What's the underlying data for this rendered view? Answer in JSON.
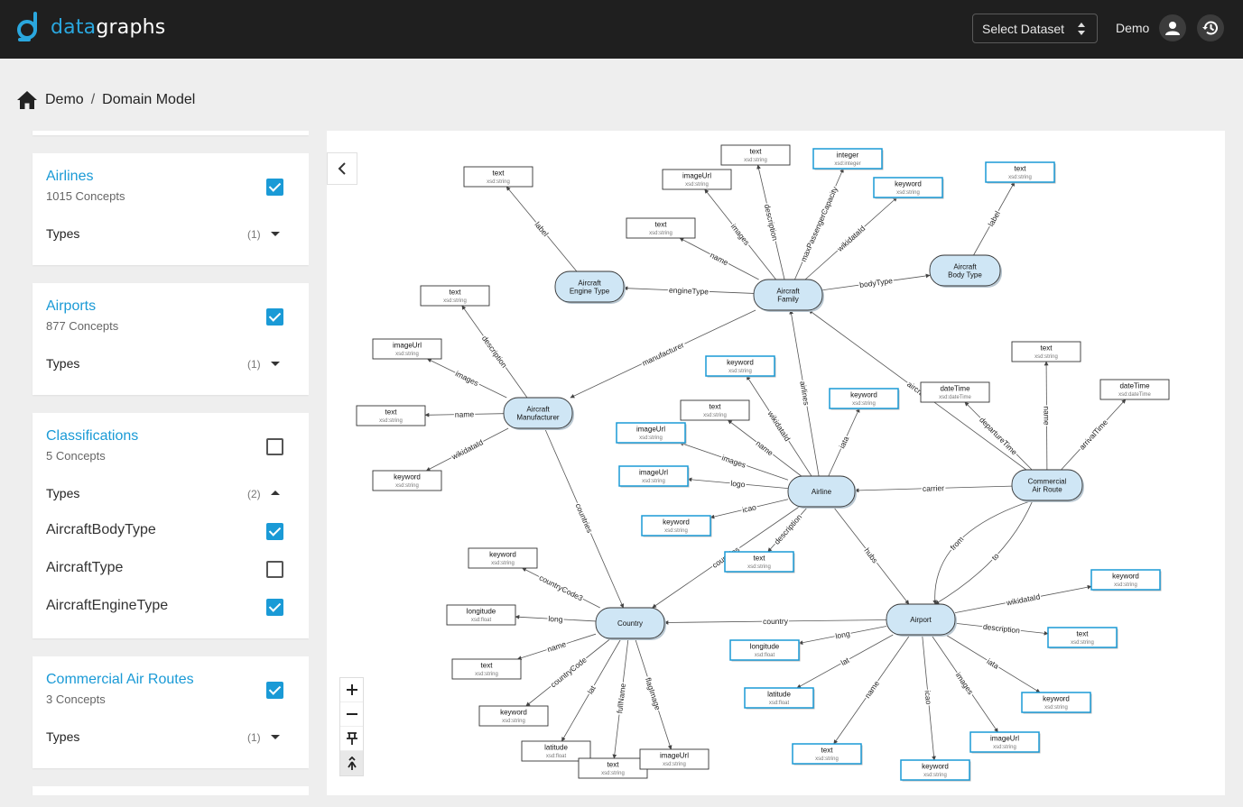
{
  "app": {
    "logo_part1": "data",
    "logo_part2": "graphs"
  },
  "header": {
    "select_dataset": "Select Dataset",
    "user": "Demo"
  },
  "breadcrumb": {
    "home": "Demo",
    "separator": "/",
    "current": "Domain Model"
  },
  "sidebar": {
    "cards": [
      {
        "title": "Airlines",
        "count": "1015 Concepts",
        "checked": true,
        "types_label": "Types",
        "types_count": "(1)",
        "expanded": false
      },
      {
        "title": "Airports",
        "count": "877 Concepts",
        "checked": true,
        "types_label": "Types",
        "types_count": "(1)",
        "expanded": false
      },
      {
        "title": "Classifications",
        "count": "5 Concepts",
        "checked": false,
        "types_label": "Types",
        "types_count": "(2)",
        "expanded": true,
        "type_items": [
          {
            "label": "AircraftBodyType",
            "checked": true
          },
          {
            "label": "AircraftType",
            "checked": false
          },
          {
            "label": "AircraftEngineType",
            "checked": true
          }
        ]
      },
      {
        "title": "Commercial Air Routes",
        "count": "3 Concepts",
        "checked": true,
        "types_label": "Types",
        "types_count": "(1)",
        "expanded": false
      }
    ]
  },
  "graph": {
    "concepts": [
      {
        "id": "family",
        "lines": [
          "Aircraft",
          "Family"
        ]
      },
      {
        "id": "engine",
        "lines": [
          "Aircraft",
          "Engine Type"
        ]
      },
      {
        "id": "body",
        "lines": [
          "Aircraft",
          "Body Type"
        ]
      },
      {
        "id": "manuf",
        "lines": [
          "Aircraft",
          "Manufacturer"
        ]
      },
      {
        "id": "airline",
        "lines": [
          "Airline"
        ]
      },
      {
        "id": "route",
        "lines": [
          "Commercial",
          "Air Route"
        ]
      },
      {
        "id": "country",
        "lines": [
          "Country"
        ]
      },
      {
        "id": "airport",
        "lines": [
          "Airport"
        ]
      }
    ],
    "literals": [
      {
        "id": "l1",
        "type": "text",
        "sub": "xsd:string",
        "highlight": false
      },
      {
        "id": "l2",
        "type": "text",
        "sub": "xsd:string",
        "highlight": false
      },
      {
        "id": "l3",
        "type": "integer",
        "sub": "xsd:integer",
        "highlight": true
      },
      {
        "id": "l4",
        "type": "imageUrl",
        "sub": "xsd:string",
        "highlight": false
      },
      {
        "id": "l5",
        "type": "keyword",
        "sub": "xsd:string",
        "highlight": true
      },
      {
        "id": "l6",
        "type": "text",
        "sub": "xsd:string",
        "highlight": true
      },
      {
        "id": "l7",
        "type": "text",
        "sub": "xsd:string",
        "highlight": false
      },
      {
        "id": "l8",
        "type": "text",
        "sub": "xsd:string",
        "highlight": false
      },
      {
        "id": "l9",
        "type": "imageUrl",
        "sub": "xsd:string",
        "highlight": false
      },
      {
        "id": "l10",
        "type": "text",
        "sub": "xsd:string",
        "highlight": false
      },
      {
        "id": "l11",
        "type": "keyword",
        "sub": "xsd:string",
        "highlight": false
      },
      {
        "id": "l12",
        "type": "keyword",
        "sub": "xsd:string",
        "highlight": true
      },
      {
        "id": "l13",
        "type": "text",
        "sub": "xsd:string",
        "highlight": false
      },
      {
        "id": "l14",
        "type": "keyword",
        "sub": "xsd:string",
        "highlight": true
      },
      {
        "id": "l15",
        "type": "dateTime",
        "sub": "xsd:dateTime",
        "highlight": false
      },
      {
        "id": "l16",
        "type": "text",
        "sub": "xsd:string",
        "highlight": false
      },
      {
        "id": "l17",
        "type": "dateTime",
        "sub": "xsd:dateTime",
        "highlight": false
      },
      {
        "id": "l18",
        "type": "imageUrl",
        "sub": "xsd:string",
        "highlight": true
      },
      {
        "id": "l19",
        "type": "imageUrl",
        "sub": "xsd:string",
        "highlight": true
      },
      {
        "id": "l20",
        "type": "keyword",
        "sub": "xsd:string",
        "highlight": true
      },
      {
        "id": "l21",
        "type": "text",
        "sub": "xsd:string",
        "highlight": true
      },
      {
        "id": "l22",
        "type": "keyword",
        "sub": "xsd:string",
        "highlight": false
      },
      {
        "id": "l23",
        "type": "longitude",
        "sub": "xsd:float",
        "highlight": false
      },
      {
        "id": "l24",
        "type": "text",
        "sub": "xsd:string",
        "highlight": false
      },
      {
        "id": "l25",
        "type": "keyword",
        "sub": "xsd:string",
        "highlight": false
      },
      {
        "id": "l26",
        "type": "latitude",
        "sub": "xsd:float",
        "highlight": false
      },
      {
        "id": "l27",
        "type": "text",
        "sub": "xsd:string",
        "highlight": false
      },
      {
        "id": "l28",
        "type": "imageUrl",
        "sub": "xsd:string",
        "highlight": false
      },
      {
        "id": "l29",
        "type": "keyword",
        "sub": "xsd:string",
        "highlight": true
      },
      {
        "id": "l30",
        "type": "longitude",
        "sub": "xsd:float",
        "highlight": true
      },
      {
        "id": "l31",
        "type": "text",
        "sub": "xsd:string",
        "highlight": true
      },
      {
        "id": "l32",
        "type": "latitude",
        "sub": "xsd:float",
        "highlight": true
      },
      {
        "id": "l33",
        "type": "keyword",
        "sub": "xsd:string",
        "highlight": true
      },
      {
        "id": "l34",
        "type": "text",
        "sub": "xsd:string",
        "highlight": true
      },
      {
        "id": "l35",
        "type": "imageUrl",
        "sub": "xsd:string",
        "highlight": true
      },
      {
        "id": "l36",
        "type": "keyword",
        "sub": "xsd:string",
        "highlight": true
      }
    ],
    "edges": [
      {
        "from": "engine",
        "to": "l1",
        "label": "label"
      },
      {
        "from": "family",
        "to": "engine",
        "label": "engineType"
      },
      {
        "from": "family",
        "to": "l2",
        "label": "description"
      },
      {
        "from": "family",
        "to": "l3",
        "label": "maxPassengerCapacity"
      },
      {
        "from": "family",
        "to": "l4",
        "label": "images"
      },
      {
        "from": "family",
        "to": "l5",
        "label": "wikidataId"
      },
      {
        "from": "body",
        "to": "l6",
        "label": "label"
      },
      {
        "from": "family",
        "to": "l7",
        "label": "name"
      },
      {
        "from": "family",
        "to": "body",
        "label": "bodyType"
      },
      {
        "from": "manuf",
        "to": "l8",
        "label": "description"
      },
      {
        "from": "manuf",
        "to": "l9",
        "label": "images"
      },
      {
        "from": "manuf",
        "to": "l10",
        "label": "name"
      },
      {
        "from": "manuf",
        "to": "l11",
        "label": "wikidataId"
      },
      {
        "from": "family",
        "to": "manuf",
        "label": "manufacturer"
      },
      {
        "from": "airline",
        "to": "family",
        "label": "airlines"
      },
      {
        "from": "route",
        "to": "family",
        "label": "aircraft"
      },
      {
        "from": "airline",
        "to": "l12",
        "label": "wikidataId"
      },
      {
        "from": "airline",
        "to": "l13",
        "label": "name"
      },
      {
        "from": "airline",
        "to": "l14",
        "label": "iata"
      },
      {
        "from": "route",
        "to": "l15",
        "label": "departureTime"
      },
      {
        "from": "route",
        "to": "l16",
        "label": "name"
      },
      {
        "from": "route",
        "to": "l17",
        "label": "arrivalTime"
      },
      {
        "from": "airline",
        "to": "l18",
        "label": "images"
      },
      {
        "from": "airline",
        "to": "l19",
        "label": "logo"
      },
      {
        "from": "airline",
        "to": "l20",
        "label": "icao"
      },
      {
        "from": "airline",
        "to": "l21",
        "label": "description"
      },
      {
        "from": "route",
        "to": "airline",
        "label": "carrier"
      },
      {
        "from": "route",
        "to": "airport",
        "label": "from"
      },
      {
        "from": "route",
        "to": "airport",
        "label": "to"
      },
      {
        "from": "airline",
        "to": "country",
        "label": "countries"
      },
      {
        "from": "airline",
        "to": "airport",
        "label": "hubs"
      },
      {
        "from": "manuf",
        "to": "country",
        "label": "countries"
      },
      {
        "from": "country",
        "to": "l22",
        "label": "countryCode3"
      },
      {
        "from": "country",
        "to": "l23",
        "label": "long"
      },
      {
        "from": "country",
        "to": "l24",
        "label": "name"
      },
      {
        "from": "country",
        "to": "l25",
        "label": "countryCode"
      },
      {
        "from": "country",
        "to": "l26",
        "label": "lat"
      },
      {
        "from": "country",
        "to": "l27",
        "label": "fullName"
      },
      {
        "from": "country",
        "to": "l28",
        "label": "flagImage"
      },
      {
        "from": "airport",
        "to": "country",
        "label": "country"
      },
      {
        "from": "airport",
        "to": "l29",
        "label": "wikidataId"
      },
      {
        "from": "airport",
        "to": "l30",
        "label": "long"
      },
      {
        "from": "airport",
        "to": "l31",
        "label": "description"
      },
      {
        "from": "airport",
        "to": "l32",
        "label": "lat"
      },
      {
        "from": "airport",
        "to": "l33",
        "label": "iata"
      },
      {
        "from": "airport",
        "to": "l34",
        "label": "name"
      },
      {
        "from": "airport",
        "to": "l35",
        "label": "images"
      },
      {
        "from": "airport",
        "to": "l36",
        "label": "icao"
      }
    ]
  },
  "colors": {
    "accent": "#1a9ad6",
    "concept_fill": "#cfe6f5",
    "highlight_border": "#1a9ad6",
    "topbar": "#1f1f1f"
  }
}
